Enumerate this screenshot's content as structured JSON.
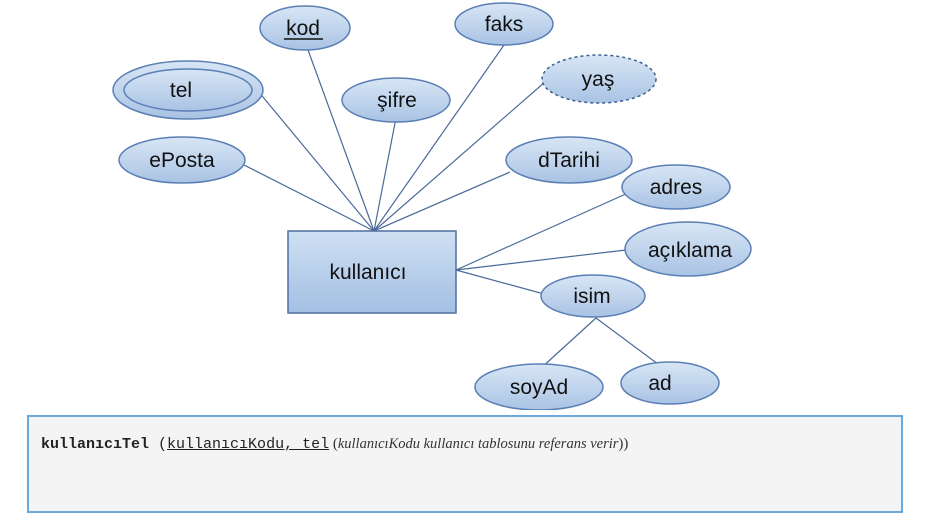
{
  "entity": {
    "name": "kullanıcı"
  },
  "attributes": {
    "kod": "kod",
    "faks": "faks",
    "tel": "tel",
    "yas": "yaş",
    "sifre": "şifre",
    "ePosta": "ePosta",
    "dTarihi": "dTarihi",
    "adres": "adres",
    "aciklama": "açıklama",
    "isim": "isim",
    "soyAd": "soyAd",
    "ad": "ad"
  },
  "schema": {
    "table_name": "kullanıcıTel",
    "open_paren": " (",
    "keys": "kullanıcıKodu, tel",
    "note_open": " (",
    "note": "kullanıcıKodu kullanıcı tablosunu referans verir",
    "close": "))"
  },
  "colors": {
    "fill_light": "#cfe0f2",
    "fill_dark": "#a8c4e6",
    "stroke": "#5b7fb5",
    "line": "#4a6a99",
    "box_border": "#6aa9dc"
  }
}
